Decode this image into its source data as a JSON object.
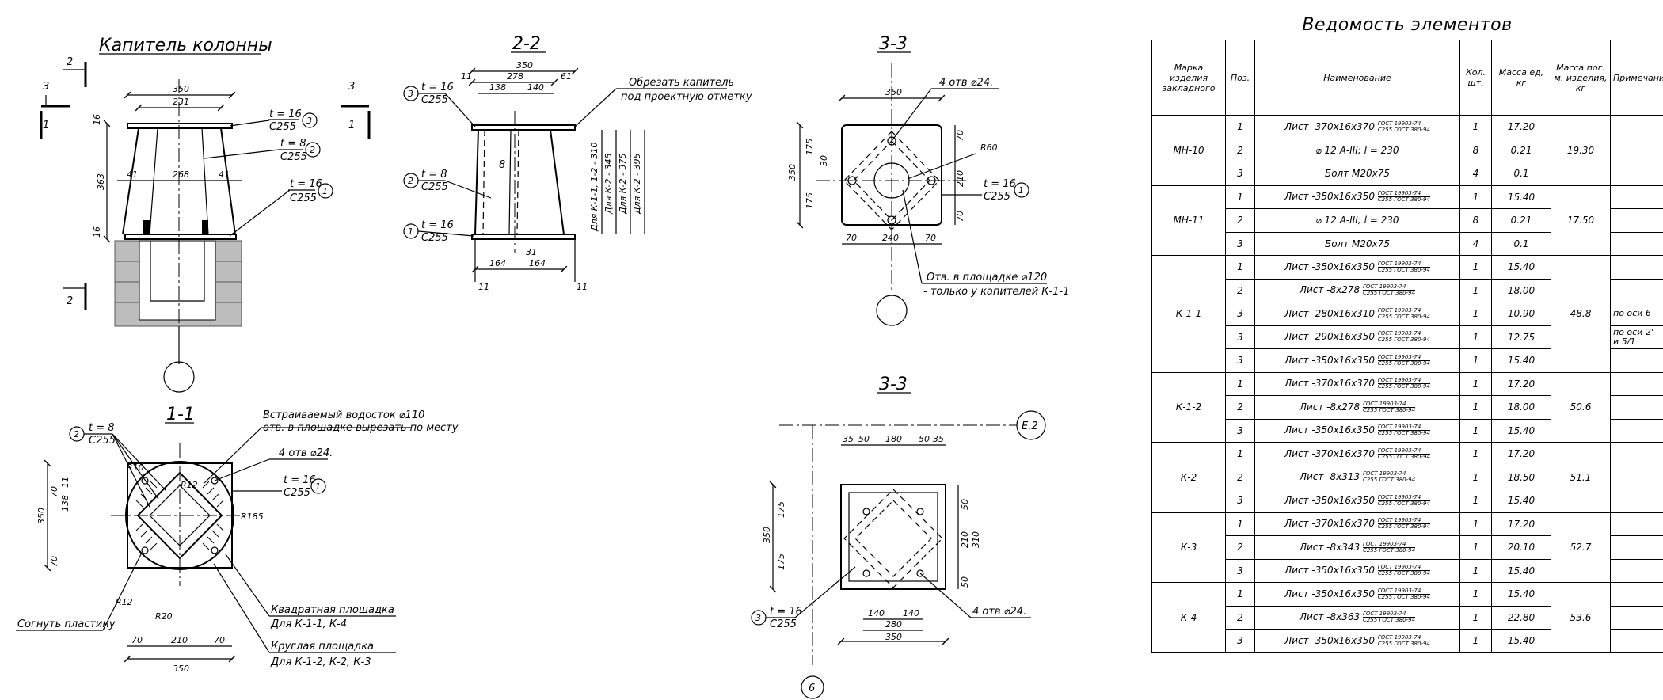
{
  "drawing": {
    "capital_title": "Капитель колонны",
    "section_2_2": "2-2",
    "section_1_1": "1-1",
    "section_3_3_top": "3-3",
    "section_3_3_bottom": "3-3",
    "cut_2": "2",
    "cut_3": "3",
    "cut_1": "1",
    "dims": {
      "d350": "350",
      "d231": "231",
      "d16": "16",
      "d363": "363",
      "d41": "41",
      "d268": "268",
      "d278": "278",
      "d138": "138",
      "d140": "140",
      "d61": "61",
      "d11": "11",
      "d164": "164",
      "d31": "31",
      "d175": "175",
      "d30": "30",
      "d70": "70",
      "d240": "240",
      "d210": "210",
      "d310": "310",
      "d180": "180",
      "d35": "35",
      "d50": "50",
      "d280": "280",
      "d138b": "138"
    },
    "radii": {
      "r60": "R60",
      "r12": "R12",
      "r10": "R10",
      "r185": "R185",
      "r20": "R20"
    },
    "heights": {
      "h1": "Для К-1-1, 1-2 - 310",
      "h2": "Для К-2 - 345",
      "h3": "Для К-2 - 375",
      "h4": "Для К-2 - 395"
    },
    "callouts": {
      "t16": "t = 16",
      "t8": "t = 8",
      "c255": "С255",
      "n1": "1",
      "n2": "2",
      "n3": "3",
      "n8": "8",
      "cut_capital_1": "Обрезать капитель",
      "cut_capital_2": "под проектную отметку",
      "holes_4": "4 отв ⌀24.",
      "hole_120_1": "Отв. в площадке ⌀120",
      "hole_120_2": "- только у капителей К-1-1",
      "drain_1": "Встраиваемый водосток ⌀110",
      "drain_2": "отв. в площадке вырезать по месту",
      "bend_plate": "Согнуть пластину",
      "square_pad_1": "Квадратная площадка",
      "square_pad_2": "Для К-1-1, К-4",
      "round_pad_1": "Круглая площадка",
      "round_pad_2": "Для К-1-2, К-2, К-3",
      "axis_e2": "Е.2",
      "axis_6": "6"
    }
  },
  "schedule": {
    "title": "Ведомость элементов",
    "headers": [
      "Марка изделия закладного",
      "Поз.",
      "Наименование",
      "Кол. шт.",
      "Масса ед, кг",
      "Масса пог. м. изделия, кг",
      "Примечания"
    ],
    "gost_top": "ГОСТ 19903-74",
    "gost_bottom": "С255 ГОСТ 380-94",
    "groups": [
      {
        "mark": "МН-10",
        "mass_total": "19.30",
        "rows": [
          {
            "pos": "1",
            "name": "Лист -370х16х370",
            "gost": true,
            "qty": "1",
            "mass": "17.20",
            "note": ""
          },
          {
            "pos": "2",
            "name": "⌀ 12 А-III; l = 230",
            "gost": false,
            "qty": "8",
            "mass": "0.21",
            "note": ""
          },
          {
            "pos": "3",
            "name": "Болт М20х75",
            "gost": false,
            "qty": "4",
            "mass": "0.1",
            "note": ""
          }
        ]
      },
      {
        "mark": "МН-11",
        "mass_total": "17.50",
        "rows": [
          {
            "pos": "1",
            "name": "Лист -350х16х350",
            "gost": true,
            "qty": "1",
            "mass": "15.40",
            "note": ""
          },
          {
            "pos": "2",
            "name": "⌀ 12 А-III; l = 230",
            "gost": false,
            "qty": "8",
            "mass": "0.21",
            "note": ""
          },
          {
            "pos": "3",
            "name": "Болт М20х75",
            "gost": false,
            "qty": "4",
            "mass": "0.1",
            "note": ""
          }
        ]
      },
      {
        "mark": "К-1-1",
        "mass_total": "48.8",
        "rows": [
          {
            "pos": "1",
            "name": "Лист -350х16х350",
            "gost": true,
            "qty": "1",
            "mass": "15.40",
            "note": ""
          },
          {
            "pos": "2",
            "name": "Лист -8х278",
            "gost": true,
            "qty": "1",
            "mass": "18.00",
            "note": ""
          },
          {
            "pos": "3",
            "name": "Лист -280х16х310",
            "gost": true,
            "qty": "1",
            "mass": "10.90",
            "note": "по оси 6"
          },
          {
            "pos": "3",
            "name": "Лист -290х16х350",
            "gost": true,
            "qty": "1",
            "mass": "12.75",
            "note": "по оси 2' и 5/1"
          },
          {
            "pos": "3",
            "name": "Лист -350х16х350",
            "gost": true,
            "qty": "1",
            "mass": "15.40",
            "note": ""
          }
        ]
      },
      {
        "mark": "К-1-2",
        "mass_total": "50.6",
        "rows": [
          {
            "pos": "1",
            "name": "Лист -370х16х370",
            "gost": true,
            "qty": "1",
            "mass": "17.20",
            "note": ""
          },
          {
            "pos": "2",
            "name": "Лист -8х278",
            "gost": true,
            "qty": "1",
            "mass": "18.00",
            "note": ""
          },
          {
            "pos": "3",
            "name": "Лист -350х16х350",
            "gost": true,
            "qty": "1",
            "mass": "15.40",
            "note": ""
          }
        ]
      },
      {
        "mark": "К-2",
        "mass_total": "51.1",
        "rows": [
          {
            "pos": "1",
            "name": "Лист -370х16х370",
            "gost": true,
            "qty": "1",
            "mass": "17.20",
            "note": ""
          },
          {
            "pos": "2",
            "name": "Лист -8х313",
            "gost": true,
            "qty": "1",
            "mass": "18.50",
            "note": ""
          },
          {
            "pos": "3",
            "name": "Лист -350х16х350",
            "gost": true,
            "qty": "1",
            "mass": "15.40",
            "note": ""
          }
        ]
      },
      {
        "mark": "К-3",
        "mass_total": "52.7",
        "rows": [
          {
            "pos": "1",
            "name": "Лист -370х16х370",
            "gost": true,
            "qty": "1",
            "mass": "17.20",
            "note": ""
          },
          {
            "pos": "2",
            "name": "Лист -8х343",
            "gost": true,
            "qty": "1",
            "mass": "20.10",
            "note": ""
          },
          {
            "pos": "3",
            "name": "Лист -350х16х350",
            "gost": true,
            "qty": "1",
            "mass": "15.40",
            "note": ""
          }
        ]
      },
      {
        "mark": "К-4",
        "mass_total": "53.6",
        "rows": [
          {
            "pos": "1",
            "name": "Лист -350х16х350",
            "gost": true,
            "qty": "1",
            "mass": "15.40",
            "note": ""
          },
          {
            "pos": "2",
            "name": "Лист -8х363",
            "gost": true,
            "qty": "1",
            "mass": "22.80",
            "note": ""
          },
          {
            "pos": "3",
            "name": "Лист -350х16х350",
            "gost": true,
            "qty": "1",
            "mass": "15.40",
            "note": ""
          }
        ]
      }
    ]
  }
}
